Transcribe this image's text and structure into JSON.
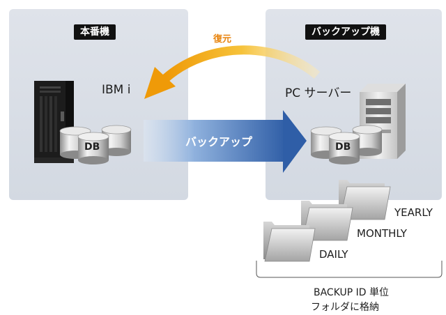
{
  "production": {
    "tag": "本番機",
    "system": "IBM i"
  },
  "backup_machine": {
    "tag": "バックアップ機",
    "system": "PC サーバー"
  },
  "flows": {
    "restore": "復元",
    "backup": "バックアップ"
  },
  "database_label": "DB",
  "folders": [
    {
      "label": "YEARLY"
    },
    {
      "label": "MONTHLY"
    },
    {
      "label": "DAILY"
    }
  ],
  "caption": {
    "line1": "BACKUP ID 単位",
    "line2": "フォルダに格納"
  },
  "colors": {
    "panel": "#d8dde5",
    "restore_arrow": "#f2a40c",
    "backup_arrow": "#3a63a8",
    "tag_bg": "#111111"
  }
}
